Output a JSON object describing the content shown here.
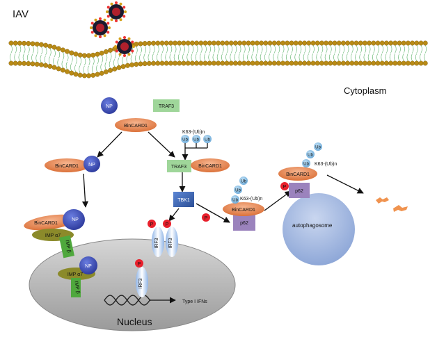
{
  "labels": {
    "iav": "IAV",
    "cytoplasm": "Cytoplasm",
    "nucleus": "Nucleus",
    "type_i_ifns": "Type I IFNs",
    "autophagosome": "autophagosome",
    "k63_1": "K63-(Ub)n",
    "k63_2": "K63-(Ub)n",
    "k63_3": "K63-(Ub)n"
  },
  "proteins": {
    "np_top": "NP",
    "traf3_top": "TRAF3",
    "bincard1_center": "BinCARD1",
    "bincard1_left": "BinCARD1",
    "np_left": "NP",
    "traf3_complex": "TRAF3",
    "bincard1_traf3": "BinCARD1",
    "tbk1": "TBK1",
    "bincard1_imp": "BinCARD1",
    "np_imp": "NP",
    "imp_alpha7_cyto": "IMP α7",
    "imp_beta_cyto": "IMP β",
    "imp_alpha7_nuc": "IMP α7",
    "imp_beta_nuc": "IMP β",
    "np_nuc": "NP",
    "irf3_a": "IRF3",
    "irf3_b": "IRF3",
    "irf3_nuc": "IRF3",
    "bincard1_p62": "BinCARD1",
    "p62_mid": "p62",
    "bincard1_auto": "BinCARD1",
    "p62_auto": "p62"
  },
  "ub": {
    "u1": "Ub",
    "u2": "Ub",
    "u3": "Ub",
    "u4": "Ub",
    "u5": "Ub",
    "u6": "Ub",
    "u7": "Ub",
    "u8": "Ub",
    "u9": "Ub"
  },
  "phospho": {
    "p1": "P",
    "p2": "P",
    "p3": "P",
    "p4": "P",
    "p5": "P"
  },
  "colors": {
    "bincard1": "#e8864f",
    "np": "#3d4fc4",
    "traf3": "#9fd69a",
    "tbk1": "#3a5fa8",
    "p62": "#9b83bd",
    "ub": "#7db7e0",
    "phospho": "#e8202c",
    "imp_alpha": "#8b8a2a",
    "imp_beta": "#4fa83d",
    "nucleus": "#b3b3b3",
    "autophagosome": "#8ea9d8",
    "membrane_head": "#b88a16",
    "virus": "#1a1a2e"
  }
}
